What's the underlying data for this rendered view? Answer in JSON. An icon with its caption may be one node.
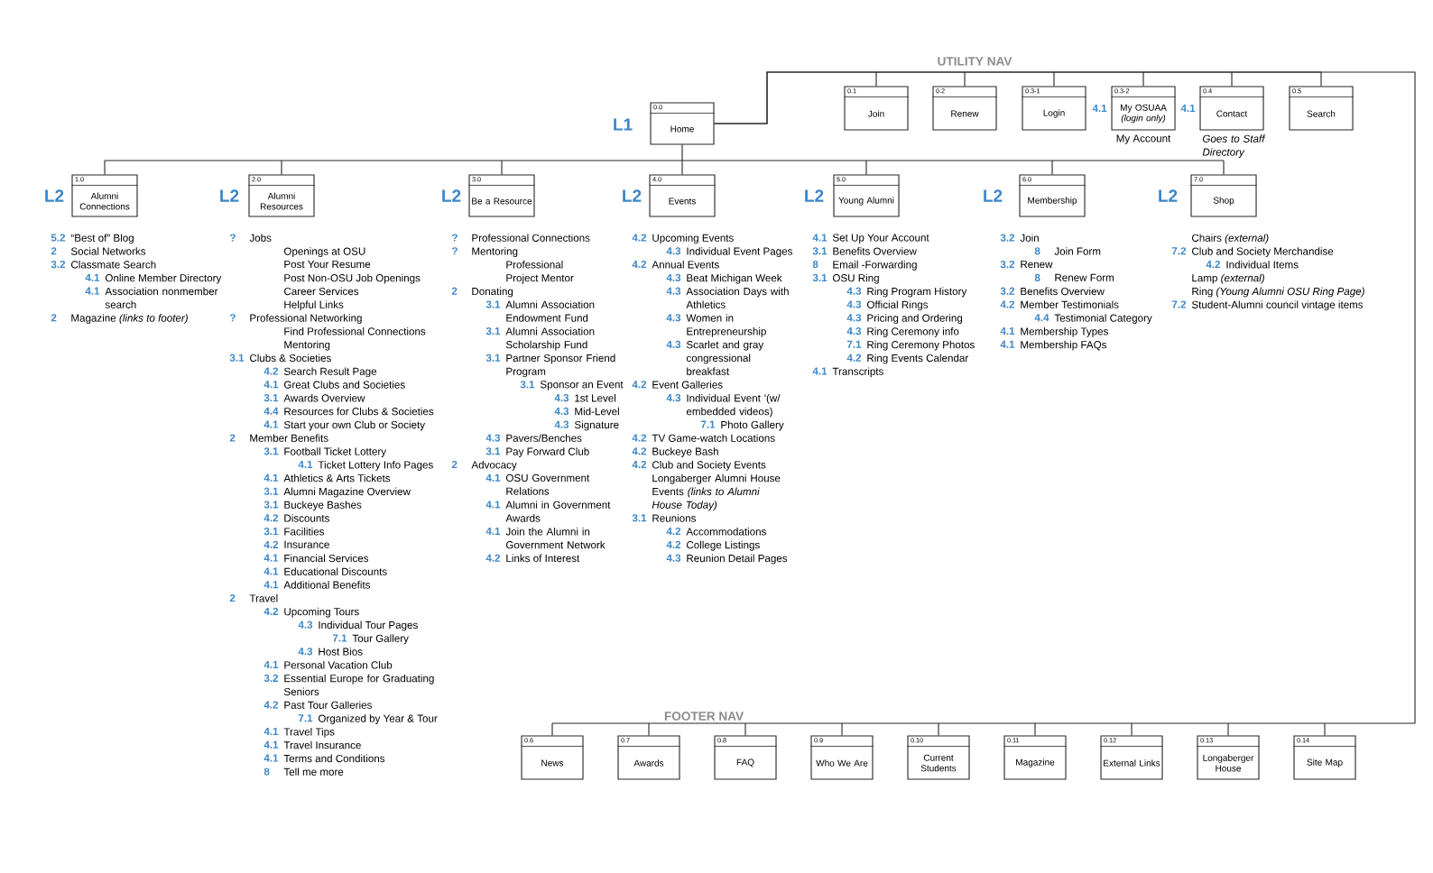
{
  "diagram": {
    "nodes": [
      {
        "text": [
          "0.0",
          "Home"
        ]
      },
      {
        "text": [
          "0.1",
          "Join"
        ]
      },
      {
        "text": [
          "0.2",
          "Renew"
        ]
      },
      {
        "text": [
          "0.3-1",
          "Login"
        ]
      },
      {
        "text": [
          "0.3-2",
          "My OSUAA *(login only)*"
        ],
        "beside": [
          "4.1",
          "My Account"
        ]
      },
      {
        "text": [
          "0.4",
          "Contact"
        ],
        "beside": [
          "4.1",
          "Goes to Staff Directory"
        ]
      },
      {
        "text": [
          "0.5",
          "Search"
        ]
      },
      {
        "text": [
          "1.0",
          "Alumni Connections"
        ],
        "beside": [
          "5.2",
          "“Best of” Blog",
          "2",
          "Social Networks",
          "3.2",
          "Classmate Search",
          "4.1",
          "Online Member Directory",
          "4.1",
          "Association nonmember search",
          "2",
          "Magazine *(links to footer)*"
        ]
      },
      {
        "text": [
          "2.0",
          "Alumni Resources"
        ],
        "beside": [
          "?",
          "Jobs",
          "Openings at OSU",
          "Post Your Resume",
          "Post Non-OSU Job Openings",
          "Career Services",
          "Helpful Links",
          "?",
          "Professional Networking",
          "Find Professional Connections",
          "Mentoring",
          "3.1",
          "Clubs & Societies",
          "4.2",
          "Search Result Page",
          "4.1",
          "Great Clubs and Societies",
          "3.1",
          "Awards Overview",
          "4.4",
          "Resources for Clubs & Societies",
          "4.1",
          "Start your own Club or Society",
          "2",
          "Member Benefits",
          "3.1",
          "Football Ticket Lottery",
          "4.1",
          "Ticket Lottery Info Pages",
          "4.1",
          "Athletics & Arts Tickets",
          "3.1",
          "Alumni Magazine Overview",
          "3.1",
          "Buckeye Bashes",
          "4.2",
          "Discounts",
          "3.1",
          "Facilities",
          "4.2",
          "Insurance",
          "4.1",
          "Financial Services",
          "4.1",
          "Educational Discounts",
          "4.1",
          "Additional Benefits",
          "2",
          "Travel",
          "4.2",
          "Upcoming Tours",
          "4.3",
          "Individual Tour Pages",
          "7.1",
          "Tour Gallery",
          "4.3",
          "Host Bios",
          "4.1",
          "Personal Vacation Club",
          "3.2",
          "Essential Europe for Graduating Seniors",
          "4.2",
          "Past Tour Galleries",
          "7.1",
          "Organized by Year & Tour",
          "4.1",
          "Travel Tips",
          "4.1",
          "Travel Insurance",
          "4.1",
          "Terms and Conditions",
          "8",
          "Tell me more"
        ]
      },
      {
        "text": [
          "3.0",
          "Be a Resource"
        ],
        "beside": [
          "?",
          "Professional Connections",
          "?",
          "Mentoring",
          "Professional",
          "Project Mentor",
          "2",
          "Donating",
          "3.1",
          "Alumni Association Endowment Fund",
          "3.1",
          "Alumni Association Scholarship Fund",
          "3.1",
          "Partner Sponsor Friend Program",
          "3.1",
          "Sponsor an Event",
          "4.3",
          "1st Level",
          "4.3",
          "Mid-Level",
          "4.3",
          "Signature",
          "4.3",
          "Pavers/Benches",
          "3.1",
          "Pay Forward Club",
          "2",
          "Advocacy",
          "4.1",
          "OSU Government Relations",
          "4.1",
          "Alumni in Government Awards",
          "4.1",
          "Join the Alumni in Government Network",
          "4.2",
          "Links of Interest"
        ]
      },
      {
        "text": [
          "4.0",
          "Events"
        ],
        "beside": [
          "4.2",
          "Upcoming Events",
          "4.3",
          "Individual Event Pages",
          "4.2",
          "Annual Events",
          "4.3",
          "Beat Michigan Week",
          "4.3",
          "Association Days with Athletics",
          "4.3",
          "Women in Entrepreneurship",
          "4.3",
          "Scarlet and gray congressional breakfast",
          "4.2",
          "Event Galleries",
          "4.3",
          "Individual Event '(w/ embedded videos)",
          "7.1",
          "Photo Gallery",
          "4.2",
          "TV Game-watch Locations",
          "4.2",
          "Buckeye Bash",
          "4.2",
          "Club and Society Events",
          "Longaberger Alumni House Events *(links to Alumni House Today)*",
          "3.1",
          "Reunions",
          "4.2",
          "Accommodations",
          "4.2",
          "College Listings",
          "4.3",
          "Reunion Detail Pages"
        ]
      },
      {
        "text": [
          "5.0",
          "Young Alumni"
        ],
        "beside": [
          "4.1",
          "Set Up Your Account",
          "3.1",
          "Benefits Overview",
          "8",
          "Email -Forwarding",
          "3.1",
          "OSU Ring",
          "4.3",
          "Ring Program History",
          "4.3",
          "Official Rings",
          "4.3",
          "Pricing and Ordering",
          "4.3",
          "Ring Ceremony info",
          "7.1",
          "Ring Ceremony Photos",
          "4.2",
          "Ring Events Calendar",
          "4.1",
          "Transcripts"
        ]
      },
      {
        "text": [
          "6.0",
          "Membership"
        ],
        "beside": [
          "3.2",
          "Join",
          "8",
          "Join Form",
          "3.2",
          "Renew",
          "8",
          "Renew Form",
          "3.2",
          "Benefits Overview",
          "4.2",
          "Member Testimonials",
          "4.4",
          "Testimonial Category",
          "4.1",
          "Membership Types",
          "4.1",
          "Membership FAQs"
        ]
      },
      {
        "text": [
          "7.0",
          "Shop"
        ],
        "beside": [
          "Chairs *(external)*",
          "7.2",
          "Club and Society Merchandise",
          "4.2",
          "Individual Items",
          "Lamp *(external)*",
          "Ring *(Young Alumni OSU Ring Page)*",
          "7.2",
          "Student-Alumni council vintage items"
        ]
      },
      {
        "text": [
          "0.6",
          "News"
        ]
      },
      {
        "text": [
          "0.7",
          "Awards"
        ]
      },
      {
        "text": [
          "0.8",
          "FAQ"
        ]
      },
      {
        "text": [
          "0.9",
          "Who We Are"
        ]
      },
      {
        "text": [
          "0.10",
          "Current Students"
        ]
      },
      {
        "text": [
          "0.11",
          "Magazine"
        ]
      },
      {
        "text": [
          "0.12",
          "External Links"
        ]
      },
      {
        "text": [
          "0.13",
          "Longaberger House"
        ]
      },
      {
        "text": [
          "0.14",
          "Site Map"
        ]
      }
    ],
    "edges": [
      {
        "from": 0,
        "to": 1,
        "arrow": "none"
      },
      {
        "from": 0,
        "to": 2,
        "arrow": "none"
      },
      {
        "from": 0,
        "to": 3,
        "arrow": "none"
      },
      {
        "from": 0,
        "to": 4,
        "arrow": "none"
      },
      {
        "from": 0,
        "to": 5,
        "arrow": "none"
      },
      {
        "from": 0,
        "to": 6,
        "arrow": "none"
      },
      {
        "from": 0,
        "to": 7,
        "arrow": "none"
      },
      {
        "from": 0,
        "to": 8,
        "arrow": "none"
      },
      {
        "from": 0,
        "to": 9,
        "arrow": "none"
      },
      {
        "from": 0,
        "to": 10,
        "arrow": "none"
      },
      {
        "from": 0,
        "to": 11,
        "arrow": "none"
      },
      {
        "from": 0,
        "to": 12,
        "arrow": "none"
      },
      {
        "from": 0,
        "to": 13,
        "arrow": "none"
      },
      {
        "from": 0,
        "to": 14,
        "arrow": "none"
      },
      {
        "from": 0,
        "to": 15,
        "arrow": "none"
      },
      {
        "from": 0,
        "to": 16,
        "arrow": "none"
      },
      {
        "from": 0,
        "to": 17,
        "arrow": "none"
      },
      {
        "from": 0,
        "to": 18,
        "arrow": "none"
      },
      {
        "from": 0,
        "to": 19,
        "arrow": "none"
      },
      {
        "from": 0,
        "to": 20,
        "arrow": "none"
      },
      {
        "from": 0,
        "to": 21,
        "arrow": "none"
      },
      {
        "from": 0,
        "to": 22,
        "arrow": "none"
      }
    ],
    "labels": [
      "UTILITY NAV",
      "L1",
      "L2",
      "L2",
      "L2",
      "L2",
      "L2",
      "L2",
      "L2",
      "FOOTER NAV"
    ]
  }
}
